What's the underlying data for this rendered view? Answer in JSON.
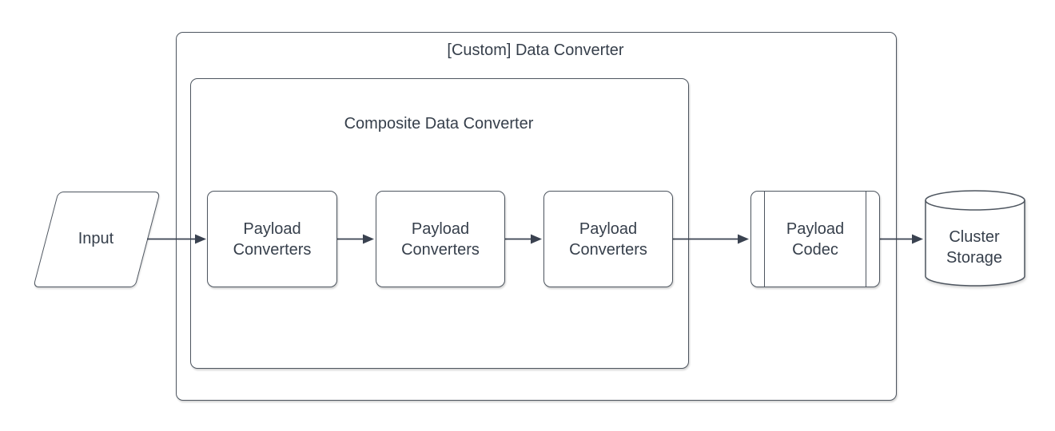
{
  "diagram": {
    "outer_container_label": "[Custom] Data Converter",
    "inner_container_label": "Composite Data Converter",
    "input_label": "Input",
    "payload_converters": [
      "Payload Converters",
      "Payload Converters",
      "Payload Converters"
    ],
    "payload_codec_label": "Payload Codec",
    "cluster_storage_label": "Cluster Storage",
    "colors": {
      "stroke": "#4d555f",
      "text": "#363f4b",
      "arrow": "#3a4250",
      "background": "#ffffff"
    }
  }
}
